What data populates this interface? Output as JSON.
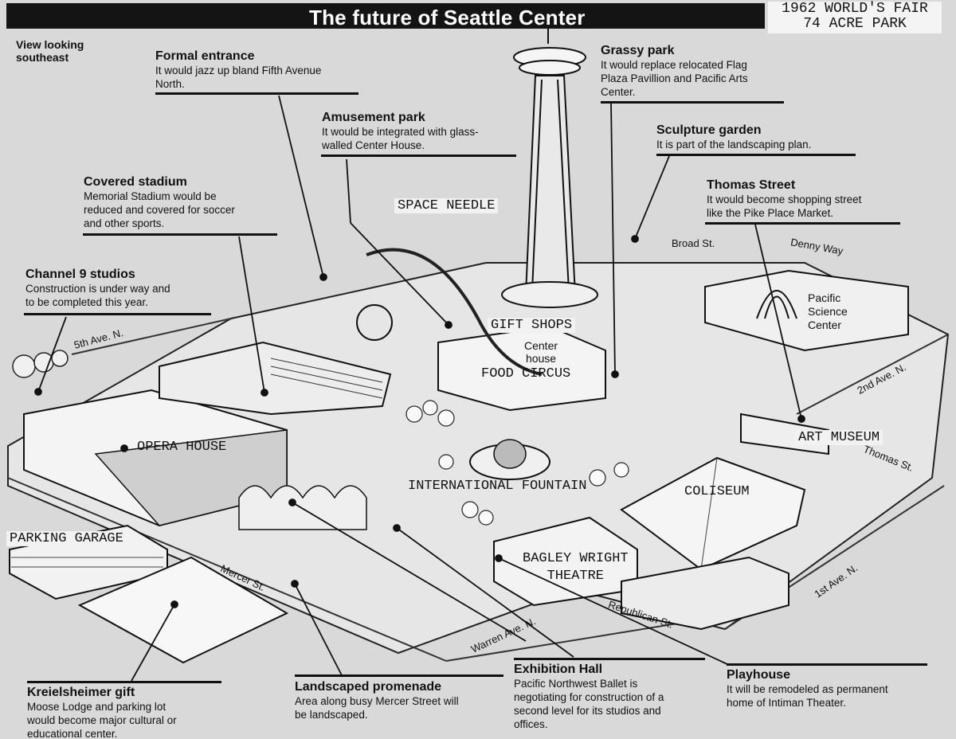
{
  "header": {
    "title": "The future of Seattle Center",
    "stamp_line1": "1962 WORLD'S FAIR",
    "stamp_line2": "74 ACRE PARK"
  },
  "view_note": {
    "line1": "View looking",
    "line2": "southeast"
  },
  "callouts": {
    "formal_entrance": {
      "title": "Formal entrance",
      "line1": "It would jazz up bland Fifth Avenue",
      "line2": "North."
    },
    "amusement_park": {
      "title": "Amusement park",
      "line1": "It would be integrated with glass-",
      "line2": "walled Center House."
    },
    "grassy_park": {
      "title": "Grassy park",
      "line1": "It would replace relocated Flag",
      "line2": "Plaza Pavillion and Pacific Arts",
      "line3": "Center."
    },
    "sculpture_garden": {
      "title": "Sculpture garden",
      "line1": "It is part of the landscaping plan."
    },
    "thomas_street": {
      "title": "Thomas Street",
      "line1": "It would become shopping street",
      "line2": "like the Pike Place Market."
    },
    "covered_stadium": {
      "title": "Covered stadium",
      "line1": "Memorial Stadium would be",
      "line2": "reduced and covered for soccer",
      "line3": "and other sports."
    },
    "channel9": {
      "title": "Channel 9 studios",
      "line1": "Construction is under way and",
      "line2": "to be completed this year."
    },
    "kreielsheimer": {
      "title": "Kreielsheimer gift",
      "line1": "Moose Lodge and parking lot",
      "line2": "would become major cultural or",
      "line3": "educational center."
    },
    "promenade": {
      "title": "Landscaped promenade",
      "line1": "Area along busy Mercer Street will",
      "line2": "be landscaped."
    },
    "exhibition_hall": {
      "title": "Exhibition Hall",
      "line1": "Pacific Northwest Ballet is",
      "line2": "negotiating for construction of a",
      "line3": "second level for its studios and",
      "line4": "offices."
    },
    "playhouse": {
      "title": "Playhouse",
      "line1": "It will be remodeled as permanent",
      "line2": "home of Intiman Theater."
    }
  },
  "map_labels": {
    "space_needle": "SPACE NEEDLE",
    "gift_shops": "GIFT SHOPS",
    "center_house_1": "Center",
    "center_house_2": "house",
    "food_circus": "FOOD CIRCUS",
    "opera_house": "OPERA HOUSE",
    "international_fountain": "INTERNATIONAL FOUNTAIN",
    "coliseum": "COLISEUM",
    "art_museum": "ART MUSEUM",
    "pacific_science_1": "Pacific",
    "pacific_science_2": "Science",
    "pacific_science_3": "Center",
    "parking_garage": "PARKING GARAGE",
    "bagley_1": "BAGLEY WRIGHT",
    "bagley_2": "THEATRE"
  },
  "streets": {
    "broad": "Broad St.",
    "denny": "Denny Way",
    "fifth": "5th Ave. N.",
    "second": "2nd Ave. N.",
    "thomas": "Thomas St.",
    "mercer": "Mercer St.",
    "warren": "Warren Ave. N.",
    "republican": "Republican St.",
    "first": "1st Ave. N."
  }
}
